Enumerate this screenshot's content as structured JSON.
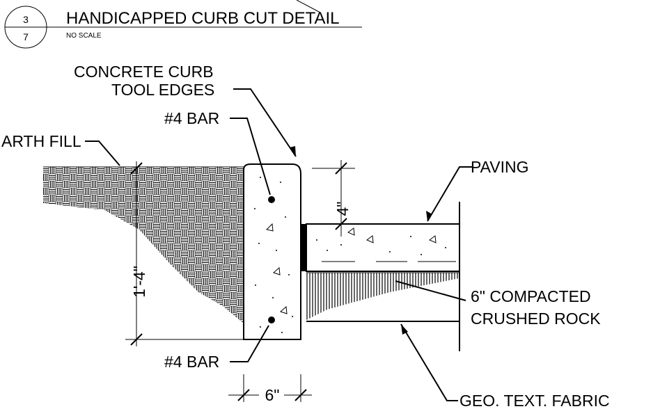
{
  "title": {
    "bubble_top": "3",
    "bubble_bottom": "7",
    "text": "HANDICAPPED CURB CUT DETAIL",
    "scale": "NO SCALE"
  },
  "labels": {
    "concrete_curb": "CONCRETE CURB",
    "tool_edges": "TOOL EDGES",
    "bar_top": "#4 BAR",
    "earth_fill": "ARTH FILL",
    "paving": "PAVING",
    "compacted_1": "6\" COMPACTED",
    "compacted_2": "CRUSHED ROCK",
    "bar_bottom": "#4 BAR",
    "fabric": "GEO. TEXT. FABRIC"
  },
  "dimensions": {
    "paving_depth": "4\"",
    "curb_height": "1'-4\"",
    "curb_width": "6\""
  }
}
